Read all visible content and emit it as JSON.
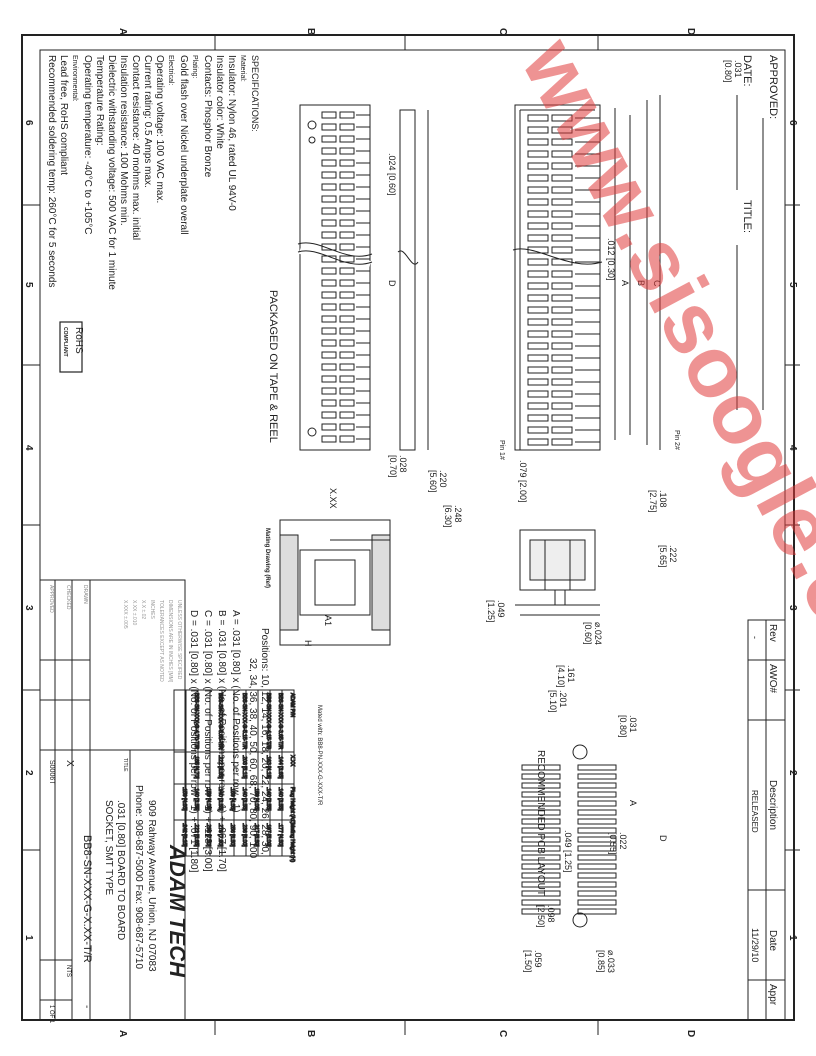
{
  "border": {
    "letters_top": [
      "D",
      "C",
      "B",
      "A"
    ],
    "letters_bottom": [
      "D",
      "C",
      "B",
      "A"
    ],
    "numbers_right": [
      "6",
      "5",
      "4",
      "3",
      "2",
      "1"
    ],
    "numbers_left": [
      "6",
      "5",
      "4",
      "3",
      "2",
      "1"
    ]
  },
  "approval": {
    "approved": "APPROVED:",
    "date": "DATE:",
    "title": "TITLE:"
  },
  "revision": {
    "headers": [
      "Rev",
      "AWO#",
      "Description",
      "Date",
      "Appr"
    ],
    "row": [
      "-",
      "",
      "RELEASED",
      "11/29/10",
      ""
    ]
  },
  "specs": {
    "heading": "SPECIFICATIONS:",
    "lines": [
      "Material:",
      "Insulator: Nylon 46, rated UL 94V-0",
      "Insulator color: White",
      "Contacts: Phosphor Bronze",
      "Plating:",
      "Gold flash over Nickel underplate overall",
      "Electrical:",
      "Operating voltage: 100 VAC max.",
      "Current rating: 0.5 Amps max.",
      "Contact resistance: 40 mohms max. initial",
      "Insulation resistance: 100 Mohms min.",
      "Dielectric withstanding voltage: 500 VAC for 1 minute",
      "Temperature Rating:",
      "Operating temperature: -40°C to +105°C",
      "Environmental:",
      "Lead free, RoHS compliant",
      "Recommended soldering temp: 260°C for 5 seconds"
    ],
    "rohs_top": "RoHS",
    "rohs_bottom": "COMPLIANT"
  },
  "notes": {
    "packaged": "PACKAGED ON TAPE & REEL",
    "pcb_layout": "RECOMMENDED PCB LAYOUT",
    "pin1": "Pin 1#",
    "pin2": "Pin 2#",
    "mating_drawing": "Mating Drawing (Ref)"
  },
  "dimensions": {
    "d031": ".031\n[0.80]",
    "d024_060": ".024 [0.60]",
    "d012_030": ".012 [0.30]",
    "d028": ".028\n[0.70]",
    "d220": ".220\n[5.60]",
    "d248": ".248\n[6.30]",
    "d079": ".079 [2.00]",
    "d108": ".108\n[2.75]",
    "d222": ".222\n[5.65]",
    "d049a": ".049\n[1.25]",
    "d024b": "⌀.024\n[0.60]",
    "d161": ".161\n[4.10]",
    "d201": ".201\n[5.10]",
    "d031b": ".031\n[0.80]",
    "d022": ".022\n[0.55]",
    "d049b": ".049 [1.25]",
    "d098": ".098\n[2.50]",
    "d059": ".059\n[1.50]",
    "d033": "⌀.033\n[0.85]",
    "lbl_A": "A",
    "lbl_B": "B",
    "lbl_C": "C",
    "lbl_D": "D",
    "lbl_H": "H",
    "lbl_A1": "A1",
    "lbl_XXX": "X.XX"
  },
  "positions": {
    "label": "Positions: 10, 12, 14, 16, 18, 20, 22, 24, 26, 28, 30,",
    "line2": "32, 34, 36, 38, 40, 50, 60, 68, 70, 80, 90, 100",
    "formulas": [
      "A = .031 [0.80] x (No. of Positions per row - 1)",
      "B = .031 [0.80] x (No. of Positions per row - 1) + .067 [1.70]",
      "C = .031 [0.80] x (No. of Positions per row - 1) + .118 [3.00]",
      "D = .031 [0.80] x (No. of Positions per row - 1) + .071 [1.80]"
    ]
  },
  "part_table": {
    "headers": [
      "ADAM P/N",
      "X.XX",
      "Plug Height (A1)",
      "Mating Height (H)"
    ],
    "rows": [
      [
        "BB8-SN-XXX-G-3.65-T/R",
        ".144 [3.65]",
        ".140 [3.55]",
        ".177 [4.50]"
      ],
      [
        "BB8-SN-XXX-G-4.15-T/R",
        ".163 [4.15]",
        ".140 [3.55]",
        ".197 [5.00]"
      ],
      [
        "",
        "",
        ".159 [4.05]",
        ".217 [5.50]"
      ],
      [
        "BB8-SN-XXX-G-5.15-T/R",
        ".203 [5.15]",
        ".140 [3.55]",
        ".236 [6.00]"
      ],
      [
        "",
        "",
        ".159 [4.05]",
        ".256 [6.50]"
      ],
      [
        "BB8-SN-XXX-G-5.65-T/R",
        ".222 [5.65]",
        ".140 [3.55]",
        ".276 [7.00]"
      ],
      [
        "",
        "",
        ".159 [4.05]",
        ".296 [7.50]"
      ],
      [
        "BB8-SN-XXX-G-4.70-T/R",
        ".185 [4.70]",
        ".140 [3.55]",
        ".222 [5.65]"
      ],
      [
        "",
        "",
        ".159 [4.05]",
        ".242 [6.15]"
      ]
    ],
    "mated_with": "Mated with: BB8-PN-XXX-G-XXX-T/R"
  },
  "title_block": {
    "company": "ADAM TECH",
    "address": "909 Rahway Avenue, Union, NJ 07083",
    "phone": "Phone: 908-687-5000 Fax: 908-687-5710",
    "title_label": "TITLE",
    "title_line1": ".031 [0.80] BOARD TO BOARD",
    "title_line2": "SOCKET, SMT TYPE",
    "part_number": "BB8-SN-XXX-G-X.XX-T/R",
    "drawing_no": "S0006T",
    "scale": "NTS",
    "sheet": "1 OF 1",
    "rev": "-",
    "x_mark": "X",
    "tolerance": [
      "UNLESS OTHERWISE SPECIFIED",
      "DIMENSIONS ARE IN INCHES [MM]",
      "TOLERANCES EXCEPT AS NOTED",
      "INCHES",
      "X.X  ±.02",
      "X.XX  ±.010",
      "X.XXX  ±.005"
    ],
    "drawn_label": "DRAWN",
    "checked_label": "CHECKED",
    "approved_label": "APPROVED"
  },
  "watermark": "www.sisoogle.com"
}
